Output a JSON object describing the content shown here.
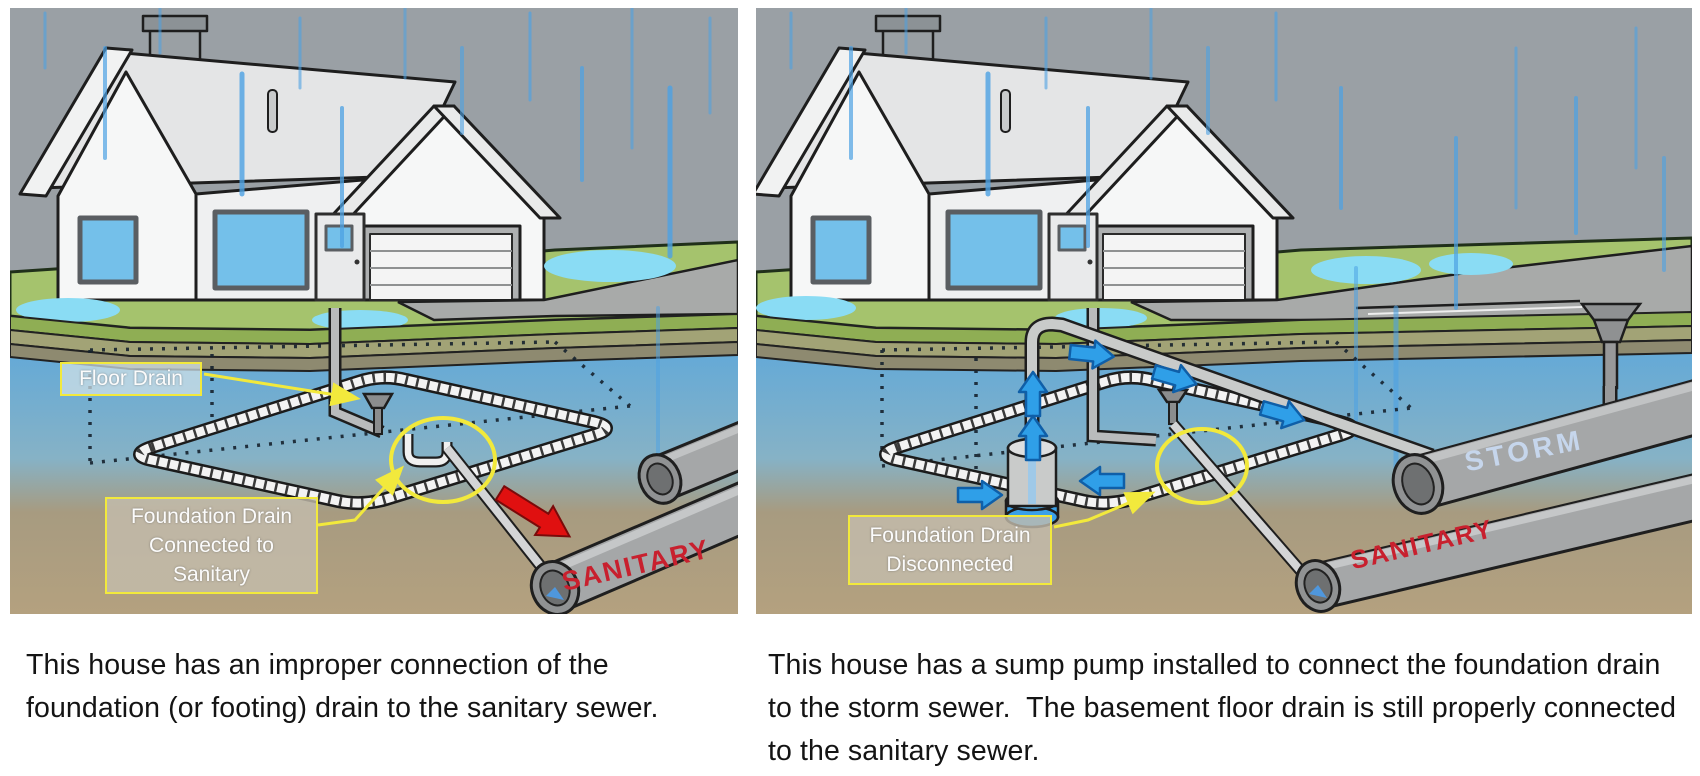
{
  "panels": {
    "left": {
      "annotations": {
        "floor_drain_label": "Floor Drain",
        "foundation_label": "Foundation Drain Connected to Sanitary"
      },
      "pipe_labels": {
        "sanitary": "SANITARY"
      },
      "caption": "This house has an improper connection of the foundation (or footing) drain to the sanitary sewer."
    },
    "right": {
      "annotations": {
        "foundation_label": "Foundation Drain Disconnected"
      },
      "pipe_labels": {
        "storm": "STORM",
        "sanitary": "SANITARY"
      },
      "caption": "This house has a sump pump installed to connect the foundation drain to the storm sewer.  The basement floor drain is still properly connected to the sanitary sewer."
    }
  },
  "colors": {
    "sky": "#9aa0a5",
    "rain": "#4da2e4",
    "grass": "#a5c36d",
    "grass_edge": "#8fae54",
    "soil_olive": "#a2a376",
    "soil_gray": "#8e8a70",
    "water_top": "#62a9d8",
    "soil_brown": "#b4a17f",
    "pipe_gray": "#a5a7a8",
    "drain_white": "#f3f3f3",
    "highlight_yellow": "#f2e93c",
    "arrow_blue": "#2f9fe8",
    "arrow_red": "#e01010",
    "sanitary_text": "#c8202e",
    "storm_text": "#c6d6ec",
    "house_wall": "#f6f7f7",
    "roof": "#e4e5e6",
    "window_blue": "#74c0ea",
    "puddle": "#8adcf4",
    "driveway": "#a8aaa9",
    "sump_water": "#3aa0e8",
    "caption_text": "#141414"
  }
}
